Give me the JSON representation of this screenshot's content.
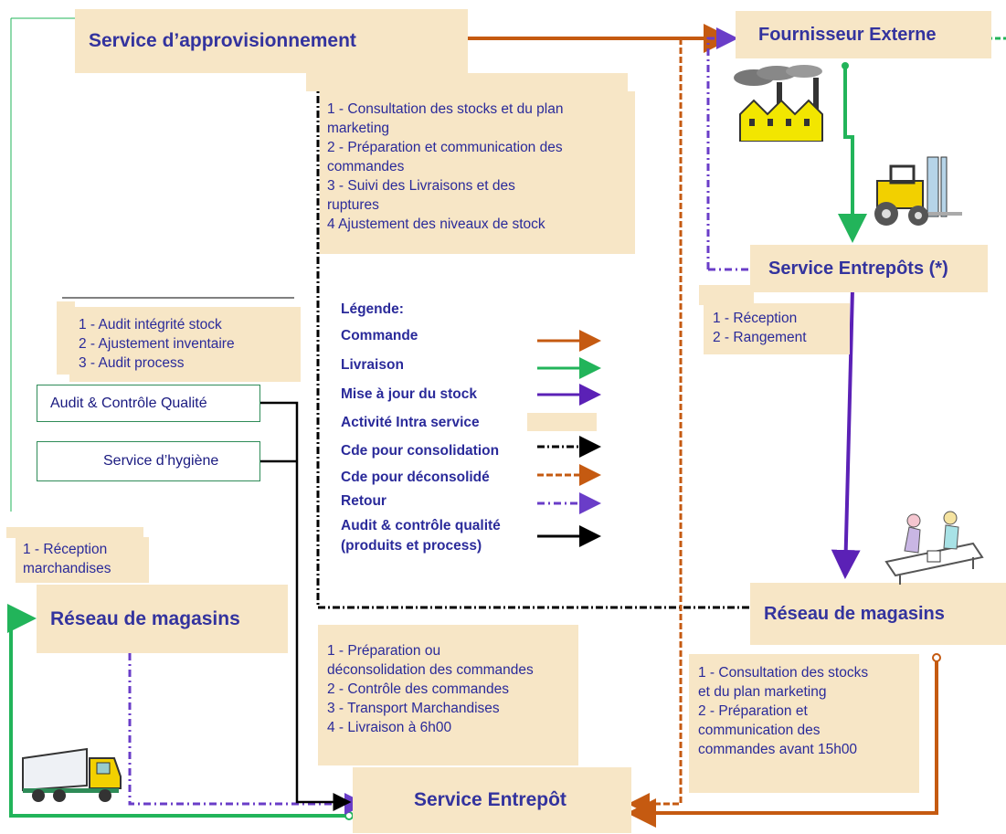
{
  "nodes": {
    "appro": "Service d’approvisionnement",
    "fournisseur": "Fournisseur Externe",
    "entrepots_top": "Service Entrepôts (*)",
    "reseau_left": "Réseau de magasins",
    "reseau_right": "Réseau de magasins",
    "entrepot_bottom": "Service Entrepôt",
    "audit": "Audit & Contrôle Qualité",
    "hygiene": "Service d’hygiène"
  },
  "notes": {
    "appro": [
      "1 - Consultation des stocks et du plan",
      "marketing",
      "2 - Préparation et communication des",
      "commandes",
      "3 - Suivi des Livraisons et des",
      "ruptures",
      "4 Ajustement des niveaux de stock"
    ],
    "audit": [
      "1 - Audit intégrité stock",
      "2 - Ajustement inventaire",
      "3 - Audit process"
    ],
    "entrepots": [
      "1 - Réception",
      "2 - Rangement"
    ],
    "reseau_left": [
      "1 - Réception",
      "marchandises"
    ],
    "entrepot": [
      "1 - Préparation ou",
      "déconsolidation  des commandes",
      "2 - Contrôle des commandes",
      "3 - Transport Marchandises",
      "4 - Livraison à 6h00"
    ],
    "reseau_right": [
      "1 - Consultation des stocks",
      "et du plan marketing",
      "2 - Préparation et",
      "communication des",
      "commandes avant 15h00"
    ]
  },
  "legend": {
    "title": "Légende:",
    "items": [
      {
        "label": "Commande",
        "style": "solid",
        "color": "#c55a11"
      },
      {
        "label": "Livraison",
        "style": "solid",
        "color": "#22b45a"
      },
      {
        "label": "Mise à jour du stock",
        "style": "solid",
        "color": "#5b21b6"
      },
      {
        "label": "Activité Intra service",
        "style": "box",
        "color": "#f7e6c6"
      },
      {
        "label": "Cde pour consolidation",
        "style": "dashdot",
        "color": "#000000"
      },
      {
        "label": "Cde pour déconsolidé",
        "style": "dash",
        "color": "#c55a11"
      },
      {
        "label": "Retour",
        "style": "dashdot",
        "color": "#6a3dc8"
      },
      {
        "label": "Audit & contrôle qualité",
        "label2": "(produits et process)",
        "style": "solid",
        "color": "#000000"
      }
    ]
  },
  "icons": {
    "factory": "factory-icon",
    "forklift": "forklift-icon",
    "people": "people-working-icon",
    "truck": "truck-icon"
  },
  "colors": {
    "activity_bg": "#f7e6c6",
    "text": "#33339e",
    "commande": "#c55a11",
    "livraison": "#22b45a",
    "mise_a_jour": "#5b21b6",
    "retour": "#6a3dc8"
  }
}
